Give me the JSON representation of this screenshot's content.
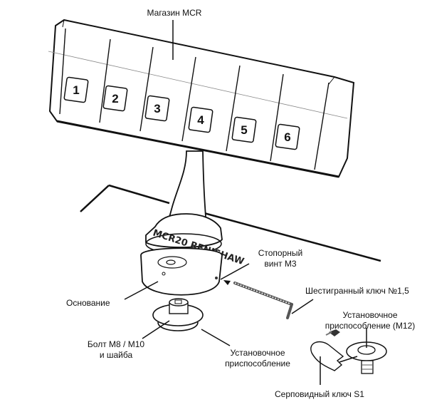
{
  "diagram": {
    "title": "Магазин MCR",
    "slot_numbers": [
      "1",
      "2",
      "3",
      "4",
      "5",
      "6"
    ],
    "base_logo_text": "MCR20 RENISHAW",
    "labels": {
      "magazine": "Магазин MCR",
      "set_screw_line1": "Стопорный",
      "set_screw_line2": "винт М3",
      "hex_key": "Шестигранный ключ №1,5",
      "base": "Основание",
      "bolt_line1": "Болт М8 / М10",
      "bolt_line2": "и шайба",
      "mount_line1": "Установочное",
      "mount_line2": "приспособление",
      "mount_m12_line1": "Установочное",
      "mount_m12_line2": "приспособление (М12)",
      "sickle_key": "Серповидный ключ S1"
    }
  }
}
